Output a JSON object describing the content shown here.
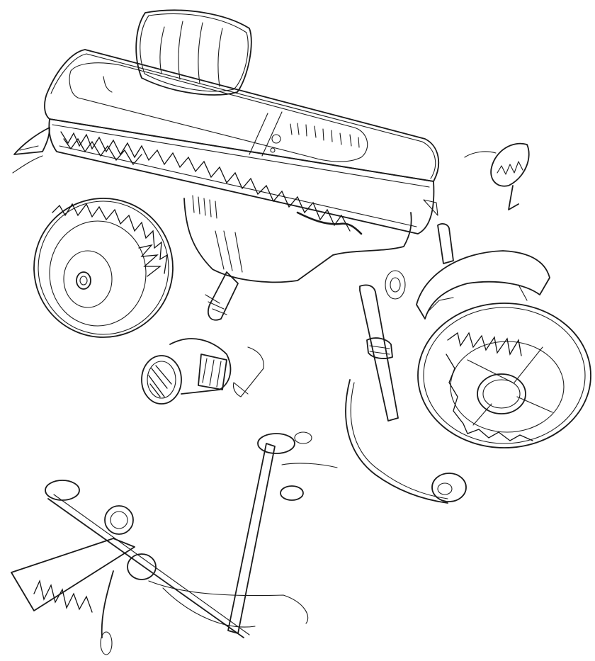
{
  "image": {
    "kind": "pencil sketch",
    "colors": {
      "ink": "#1a1a1a",
      "paper": "#ffffff"
    },
    "parts": [
      "seat",
      "body",
      "wheel",
      "wheel",
      "axle",
      "wheel-hub",
      "wheel-cap",
      "steering-column",
      "fender",
      "pedal-crank"
    ]
  }
}
